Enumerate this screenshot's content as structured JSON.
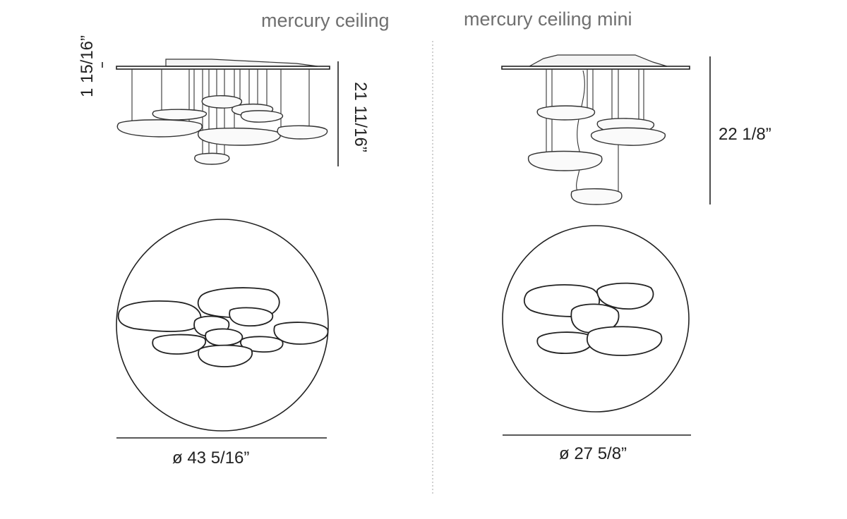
{
  "products": [
    {
      "name": "mercury ceiling",
      "dimensions": {
        "canopy_height": "1 15/16”",
        "total_height": "21 11/16”",
        "diameter": "ø 43 5/16”"
      }
    },
    {
      "name": "mercury ceiling mini",
      "dimensions": {
        "total_height": "22 1/8”",
        "diameter": "ø 27 5/8”"
      }
    }
  ],
  "colors": {
    "line": "#222222",
    "title": "#6f6f6f",
    "divider": "#b0b0b0"
  }
}
